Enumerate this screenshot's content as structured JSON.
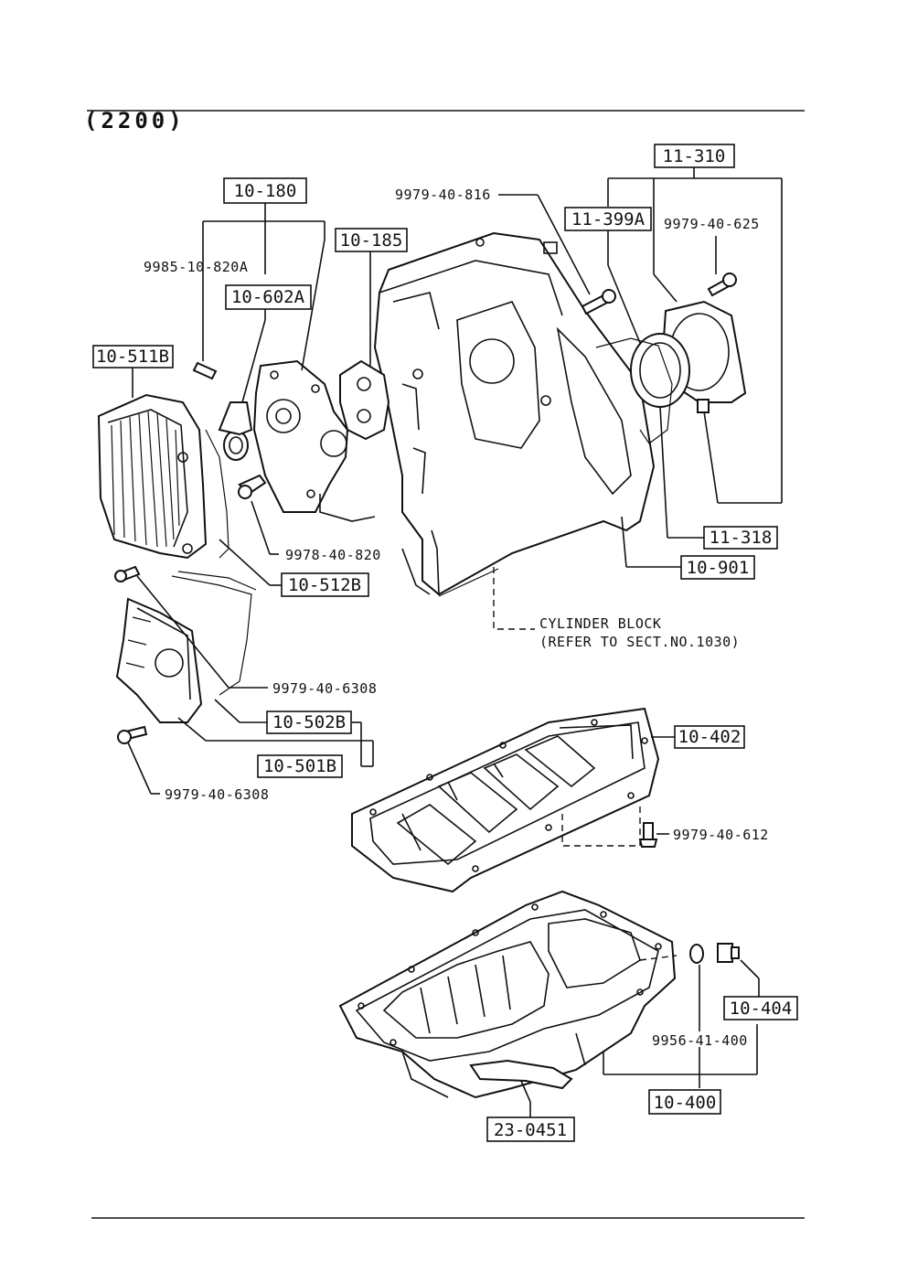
{
  "header": "(2200)",
  "cylinder_block_note": {
    "line1": "CYLINDER BLOCK",
    "line2": "(REFER TO SECT.NO.1030)"
  },
  "part_refs": {
    "p11_310": "11-310",
    "p10_180": "10-180",
    "p10_185": "10-185",
    "p11_399A": "11-399A",
    "p10_602A": "10-602A",
    "p10_511B": "10-511B",
    "p11_318": "11-318",
    "p10_901": "10-901",
    "p10_512B": "10-512B",
    "p10_502B": "10-502B",
    "p10_501B": "10-501B",
    "p10_402": "10-402",
    "p10_404": "10-404",
    "p10_400": "10-400",
    "p23_0451": "23-0451"
  },
  "part_numbers": {
    "n9979_40_816": "9979-40-816",
    "n9979_40_625": "9979-40-625",
    "n9985_10_820A": "9985-10-820A",
    "n9978_40_820": "9978-40-820",
    "n9979_40_6308a": "9979-40-6308",
    "n9979_40_6308b": "9979-40-6308",
    "n9979_40_612": "9979-40-612",
    "n9956_41_400": "9956-41-400"
  }
}
